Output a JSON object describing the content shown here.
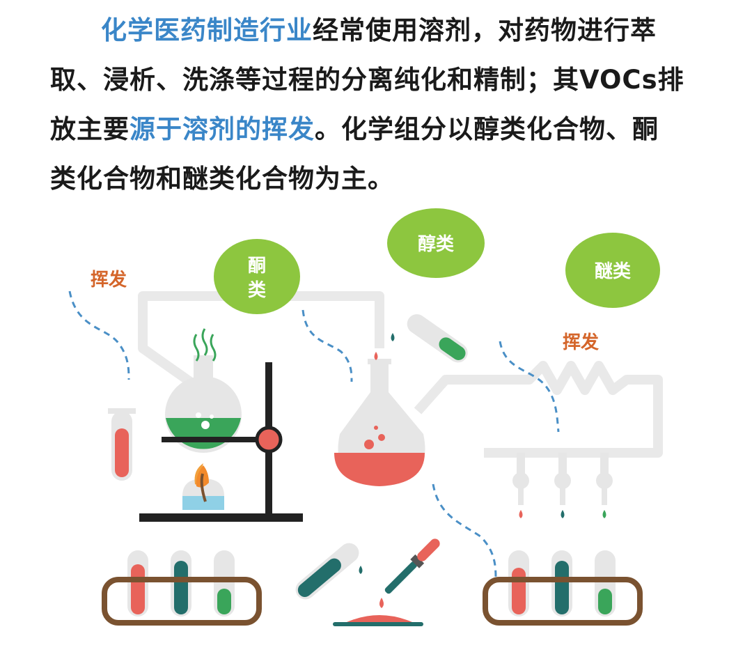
{
  "paragraph": {
    "line1_highlight": "化学医药制造行业",
    "line1_rest": "经常使用溶剂，对药物进行萃",
    "line2": "取、浸析、洗涤等过程的分离纯化和精制；其VOCs排",
    "line3_start": "放主要",
    "line3_highlight": "源于溶剂的挥发",
    "line3_rest": "。化学组分以醇类化合物、酮",
    "line4": "类化合物和醚类化合物为主。"
  },
  "illustration": {
    "volatilize_left": "挥发",
    "volatilize_right": "挥发",
    "ketone_line1": "酮",
    "ketone_line2": "类",
    "alcohol": "醇类",
    "ether": "醚类"
  },
  "colors": {
    "highlight": "#3a86c8",
    "bubble": "#8dc63f",
    "label_orange": "#d4652a",
    "red_liquid": "#e8635a",
    "teal_liquid": "#236e6b",
    "green_liquid": "#3aa55a",
    "rack": "#7a5230"
  }
}
